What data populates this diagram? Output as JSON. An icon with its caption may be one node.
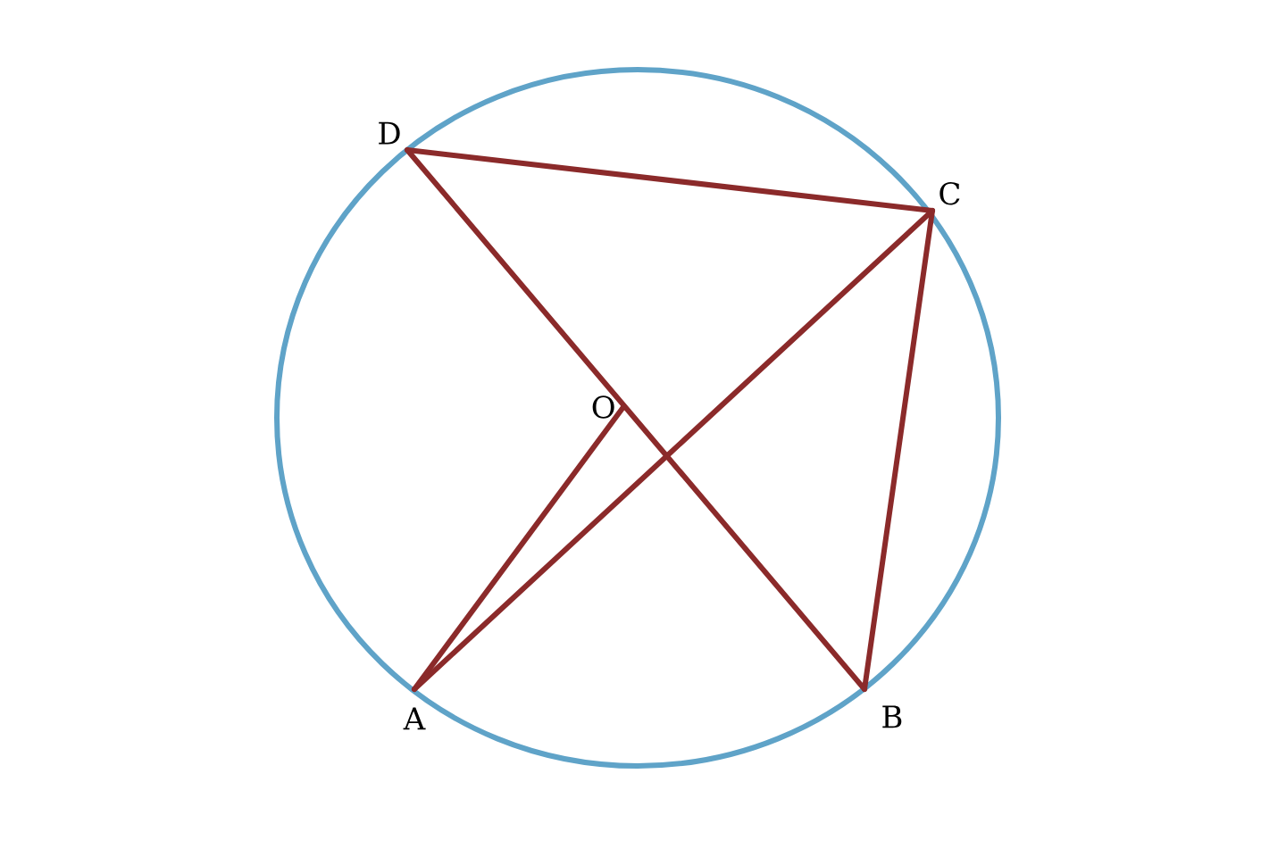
{
  "diagram": {
    "nodes": [
      {
        "text": [
          "D"
        ]
      },
      {
        "text": [
          "C"
        ]
      },
      {
        "text": [
          "O"
        ]
      },
      {
        "text": [
          "A"
        ]
      },
      {
        "text": [
          "B"
        ]
      }
    ],
    "edges": [
      {
        "from": 0,
        "to": 1,
        "arrow": "none"
      },
      {
        "from": 1,
        "to": 4,
        "arrow": "none"
      },
      {
        "from": 0,
        "to": 4,
        "arrow": "none"
      },
      {
        "from": 3,
        "to": 2,
        "arrow": "none"
      },
      {
        "from": 3,
        "to": 1,
        "arrow": "none"
      }
    ]
  }
}
